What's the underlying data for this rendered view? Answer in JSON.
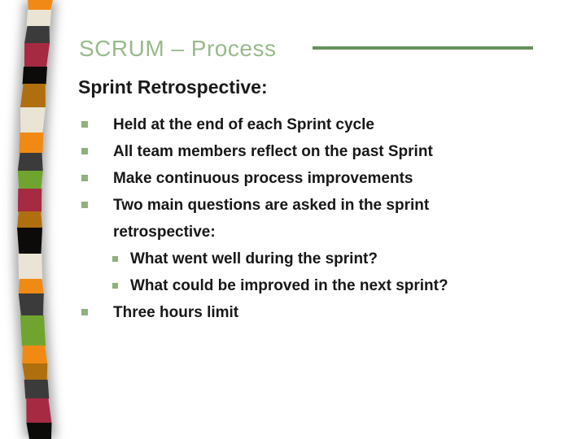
{
  "slide": {
    "title": "SCRUM – Process",
    "heading": "Sprint Retrospective:",
    "bullets": [
      {
        "level": 1,
        "text": "Held at the end of each Sprint cycle"
      },
      {
        "level": 1,
        "text": "All team members reflect on the past Sprint"
      },
      {
        "level": 1,
        "text": "Make continuous process improvements"
      },
      {
        "level": 1,
        "text": "Two main questions are asked in the sprint retrospective:"
      },
      {
        "level": 2,
        "text": "What went well during the sprint?"
      },
      {
        "level": 2,
        "text": "What could be improved in the next sprint?"
      },
      {
        "level": 1,
        "text": "Three hours limit"
      }
    ]
  },
  "colors": {
    "background": "#ffffff",
    "title_text": "#98ba8c",
    "title_rule": "#68905e",
    "heading_text": "#1a1a1a",
    "body_text": "#171717",
    "bullet_marker": "#8fb17c",
    "stripe_shadow": "#979797"
  },
  "stripe": {
    "segments": [
      {
        "color": "#f18a15",
        "to": 12
      },
      {
        "color": "#e9e4d3",
        "to": 32
      },
      {
        "color": "#3b3b3b",
        "to": 53
      },
      {
        "color": "#a62a42",
        "to": 82
      },
      {
        "color": "#0d0b09",
        "to": 103
      },
      {
        "color": "#b06f0e",
        "to": 132
      },
      {
        "color": "#e9e4d3",
        "to": 163
      },
      {
        "color": "#f18a15",
        "to": 188
      },
      {
        "color": "#3b3b3b",
        "to": 210
      },
      {
        "color": "#6fa52f",
        "to": 232
      },
      {
        "color": "#a62a42",
        "to": 260
      },
      {
        "color": "#b06f0e",
        "to": 280
      },
      {
        "color": "#0d0b09",
        "to": 312
      },
      {
        "color": "#e9e4d3",
        "to": 343
      },
      {
        "color": "#f18a15",
        "to": 361
      },
      {
        "color": "#3b3b3b",
        "to": 388
      },
      {
        "color": "#6fa52f",
        "to": 425
      },
      {
        "color": "#f18a15",
        "to": 447
      },
      {
        "color": "#b06f0e",
        "to": 467
      },
      {
        "color": "#3b3b3b",
        "to": 490
      },
      {
        "color": "#a62a42",
        "to": 520
      },
      {
        "color": "#0d0b09",
        "to": 540
      }
    ]
  }
}
